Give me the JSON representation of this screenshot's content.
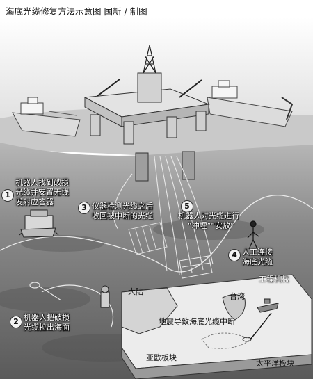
{
  "title": "海底光缆修复方法示意图  国新 / 制图",
  "steps": [
    {
      "number": "1",
      "lines": [
        "机器人找到破损",
        "光缆并安置无线",
        "发射应答器"
      ]
    },
    {
      "number": "2",
      "lines": [
        "机器人把破损",
        "光缆拉出海面"
      ]
    },
    {
      "number": "3",
      "lines": [
        "仪器检测光缆之后",
        "收回被中断的光缆"
      ]
    },
    {
      "number": "4",
      "lines": [
        "人工连接",
        "海底光缆"
      ]
    },
    {
      "number": "5",
      "lines": [
        "机器人对光缆进行",
        "“冲埋”“安放”"
      ]
    }
  ],
  "map_labels": {
    "continent": "大陆",
    "taiwan": "台湾",
    "earthquake": "地震导致海底光缆中断",
    "eurasian_plate": "亚欧板块",
    "pacific_plate": "太平洋板块"
  },
  "watermark": "工程机械",
  "colors": {
    "sky": "#f4f4f4",
    "sea_surface": "#9a9a9a",
    "sea_floor": "#5e5e5e",
    "map_land": "#d9d9d9"
  }
}
